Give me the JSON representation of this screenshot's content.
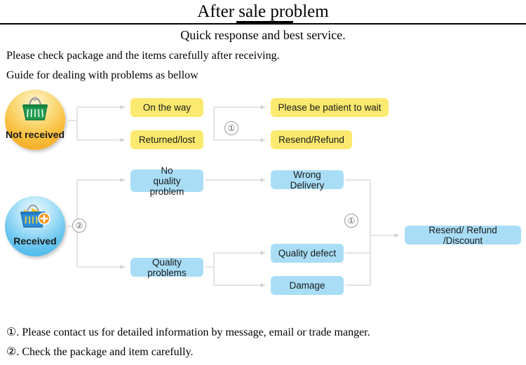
{
  "header": {
    "title": "After sale problem",
    "subtitle": "Quick response and best service.",
    "body_line_1": "Please check package and the items carefully after receiving.",
    "body_line_2": "Guide for dealing with problems as bellow"
  },
  "footer": {
    "note_1": "①. Please contact us for detailed information by message, email or trade manger.",
    "note_2": "②. Check the package and item carefully."
  },
  "badges": {
    "not_received": {
      "label": "Not\nreceived",
      "icon": "shopping-basket-icon",
      "color": "#f8bf3c"
    },
    "received": {
      "label": "Received",
      "icon": "basket-plus-icon",
      "color": "#6ec8f0"
    }
  },
  "markers": {
    "top_step": "①",
    "received_step": "②",
    "merge_step": "①"
  },
  "colors": {
    "yellow_box": "#fbea6f",
    "blue_box": "#a9ddf6",
    "connector": "#d9d9d9",
    "rule": "#000000"
  },
  "flow": {
    "not_received_branch": [
      {
        "id": "on-the-way",
        "label": "On the way",
        "color": "yellow"
      },
      {
        "id": "returned-lost",
        "label": "Returned/lost",
        "color": "yellow"
      }
    ],
    "not_received_outcomes": [
      {
        "id": "please-wait",
        "label": "Please be patient to wait",
        "color": "yellow"
      },
      {
        "id": "resend-refund",
        "label": "Resend/Refund",
        "color": "yellow"
      }
    ],
    "received_branch": [
      {
        "id": "no-quality",
        "label": "No\nquality problem",
        "color": "blue"
      },
      {
        "id": "quality-problems",
        "label": "Quality problems",
        "color": "blue"
      }
    ],
    "received_causes": [
      {
        "id": "wrong-delivery",
        "label": "Wrong Delivery",
        "color": "blue"
      },
      {
        "id": "quality-defect",
        "label": "Quality defect",
        "color": "blue"
      },
      {
        "id": "damage",
        "label": "Damage",
        "color": "blue"
      }
    ],
    "final_outcome": {
      "id": "final-outcome",
      "label": "Resend/ Refund /Discount",
      "color": "blue"
    }
  }
}
